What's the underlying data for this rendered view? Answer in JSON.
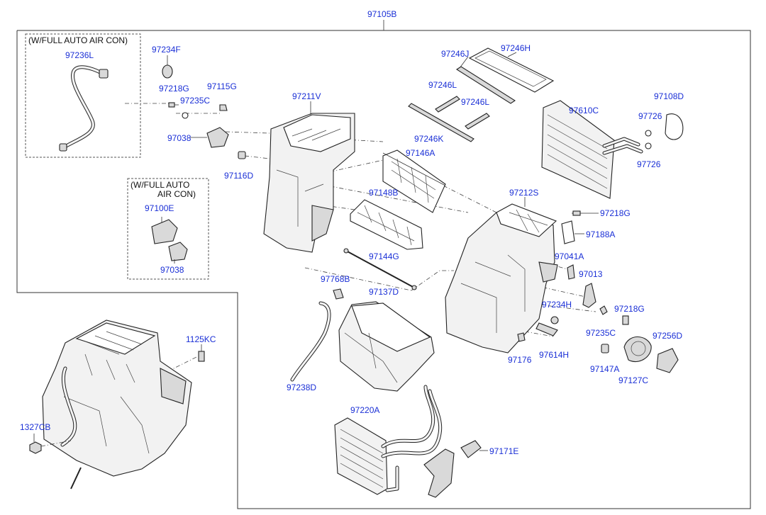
{
  "labels": {
    "main_assembly": "97105B",
    "note_auto_aircon_top": "(W/FULL AUTO AIR CON)",
    "note_auto_aircon_mid_1": "(W/FULL AUTO",
    "note_auto_aircon_mid_2": "AIR CON)",
    "p97236L": "97236L",
    "p97234F": "97234F",
    "p97218G_top": "97218G",
    "p97235C_top": "97235C",
    "p97115G": "97115G",
    "p97038_top": "97038",
    "p97116D": "97116D",
    "p97100E": "97100E",
    "p97038_mid": "97038",
    "p97211V": "97211V",
    "p97246J": "97246J",
    "p97246H": "97246H",
    "p97246L_1": "97246L",
    "p97246L_2": "97246L",
    "p97246K": "97246K",
    "p97146A": "97146A",
    "p97148B": "97148B",
    "p97108D": "97108D",
    "p97610C": "97610C",
    "p97726_1": "97726",
    "p97726_2": "97726",
    "p97212S": "97212S",
    "p97218G_right": "97218G",
    "p97188A": "97188A",
    "p97041A": "97041A",
    "p97144G": "97144G",
    "p97013": "97013",
    "p97768B": "97768B",
    "p97137D": "97137D",
    "p97234H": "97234H",
    "p97218G_low": "97218G",
    "p97235C_low": "97235C",
    "p97256D": "97256D",
    "p97614H": "97614H",
    "p97176": "97176",
    "p97147A": "97147A",
    "p97127C": "97127C",
    "p1125KC": "1125KC",
    "p97238D": "97238D",
    "p97220A": "97220A",
    "p1327CB": "1327CB",
    "p97171E": "97171E"
  },
  "colors": {
    "label": "#1a2fd6",
    "line": "#333333"
  }
}
